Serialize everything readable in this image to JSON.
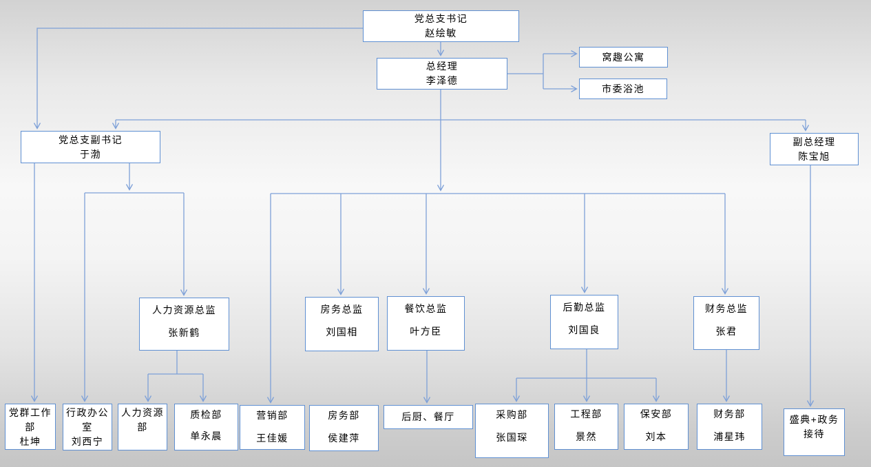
{
  "diagram_title": "hotel-org-chart",
  "colors": {
    "line": "#7da0d8",
    "box_border": "#5e8fd2",
    "box_fill": "#ffffff",
    "text": "#000000",
    "background_top": "#d2d2d2",
    "background_middle": "#f8f8f8",
    "background_bottom": "#c5c5c5"
  },
  "nodes": {
    "secretary": {
      "title": "党总支书记",
      "name": "赵绘敏"
    },
    "gm": {
      "title": "总经理",
      "name": "李泽德"
    },
    "woqu": {
      "title": "窝趣公寓"
    },
    "shiwei": {
      "title": "市委浴池"
    },
    "deputy_secretary": {
      "title": "党总支副书记",
      "name": "于渤"
    },
    "deputy_gm": {
      "title": "副总经理",
      "name": "陈宝旭"
    },
    "hr_director": {
      "title": "人力资源总监",
      "name": "张新鹤"
    },
    "housekeeping_director": {
      "title": "房务总监",
      "name": "刘国相"
    },
    "fnb_director": {
      "title": "餐饮总监",
      "name": "叶方臣"
    },
    "logistics_director": {
      "title": "后勤总监",
      "name": "刘国良"
    },
    "finance_director": {
      "title": "财务总监",
      "name": "张君"
    },
    "party_mass_dept": {
      "title": "党群工作部",
      "name": "杜坤"
    },
    "admin_office": {
      "title": "行政办公室",
      "name": "刘西宁"
    },
    "hr_dept": {
      "title": "人力资源部"
    },
    "qc_dept": {
      "title": "质检部",
      "name": "单永晨"
    },
    "marketing_dept": {
      "title": "营销部",
      "name": "王佳媛"
    },
    "housekeeping_dept": {
      "title": "房务部",
      "name": "侯建萍"
    },
    "kitchen_dining": {
      "title": "后厨、餐厅"
    },
    "purchasing_dept": {
      "title": "采购部",
      "name": "张国琛"
    },
    "engineering_dept": {
      "title": "工程部",
      "name": "景然"
    },
    "security_dept": {
      "title": "保安部",
      "name": "刘本"
    },
    "finance_dept": {
      "title": "财务部",
      "name": "浦星玮"
    },
    "reception": {
      "title": "盛典+政务接待"
    }
  },
  "edges": [
    {
      "from": "secretary",
      "to": "gm"
    },
    {
      "from": "secretary",
      "to": "deputy_secretary"
    },
    {
      "from": "gm",
      "to": "woqu"
    },
    {
      "from": "gm",
      "to": "shiwei"
    },
    {
      "from": "gm",
      "to": "deputy_secretary"
    },
    {
      "from": "gm",
      "to": "deputy_gm"
    },
    {
      "from": "gm",
      "to": "marketing_dept"
    },
    {
      "from": "gm",
      "to": "housekeeping_director"
    },
    {
      "from": "gm",
      "to": "fnb_director"
    },
    {
      "from": "gm",
      "to": "logistics_director"
    },
    {
      "from": "gm",
      "to": "finance_director"
    },
    {
      "from": "deputy_secretary",
      "to": "party_mass_dept"
    },
    {
      "from": "deputy_secretary",
      "to": "admin_office"
    },
    {
      "from": "deputy_secretary",
      "to": "hr_director"
    },
    {
      "from": "hr_director",
      "to": "hr_dept"
    },
    {
      "from": "hr_director",
      "to": "qc_dept"
    },
    {
      "from": "fnb_director",
      "to": "kitchen_dining"
    },
    {
      "from": "logistics_director",
      "to": "purchasing_dept"
    },
    {
      "from": "logistics_director",
      "to": "engineering_dept"
    },
    {
      "from": "logistics_director",
      "to": "security_dept"
    },
    {
      "from": "finance_director",
      "to": "finance_dept"
    },
    {
      "from": "deputy_gm",
      "to": "reception"
    }
  ]
}
